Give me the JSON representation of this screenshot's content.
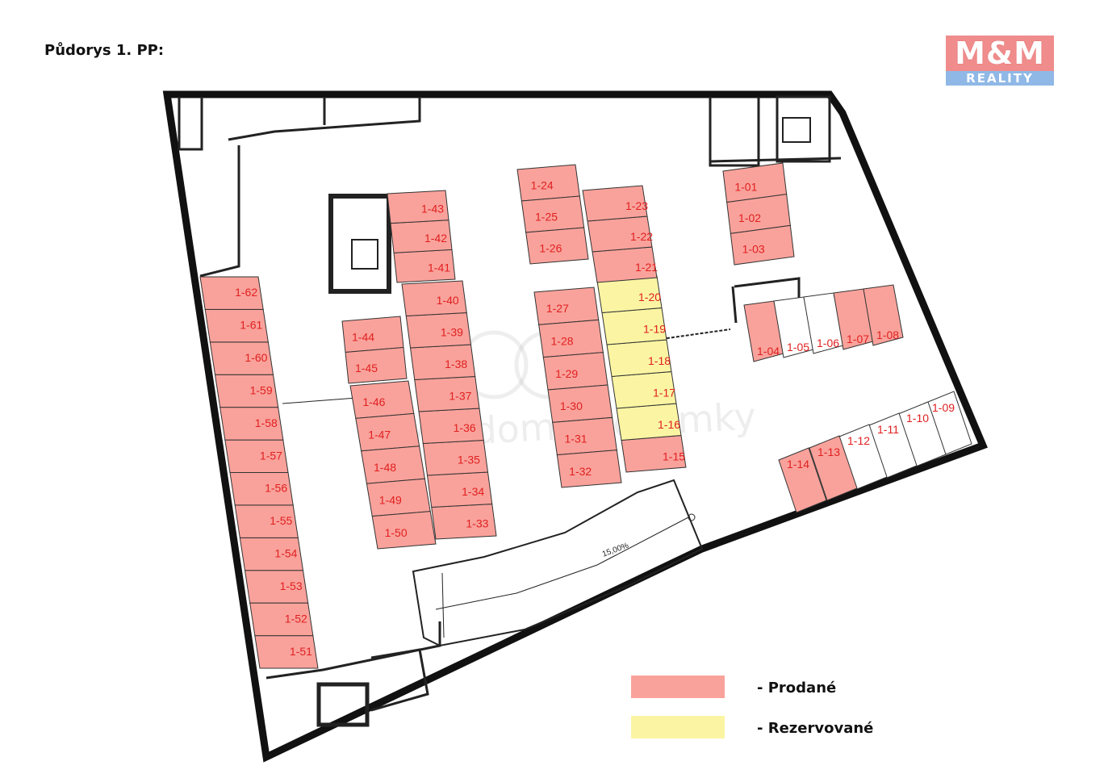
{
  "title": "Půdorys 1. PP:",
  "logo": {
    "top": "M&M",
    "bottom": "REALITY"
  },
  "ramp_label": "15,00%",
  "colors": {
    "sold": "#f9a29b",
    "reserved": "#fbf5a3",
    "free": "#ffffff",
    "text": "#e02020"
  },
  "legend": [
    {
      "label": "- Prodané",
      "color": "#f9a29b"
    },
    {
      "label": "- Rezervované",
      "color": "#fbf5a3"
    }
  ],
  "spots": [
    {
      "id": "1-01",
      "status": "sold"
    },
    {
      "id": "1-02",
      "status": "sold"
    },
    {
      "id": "1-03",
      "status": "sold"
    },
    {
      "id": "1-04",
      "status": "sold"
    },
    {
      "id": "1-05",
      "status": "free"
    },
    {
      "id": "1-06",
      "status": "free"
    },
    {
      "id": "1-07",
      "status": "sold"
    },
    {
      "id": "1-08",
      "status": "sold"
    },
    {
      "id": "1-09",
      "status": "free"
    },
    {
      "id": "1-10",
      "status": "free"
    },
    {
      "id": "1-11",
      "status": "free"
    },
    {
      "id": "1-12",
      "status": "free"
    },
    {
      "id": "1-13",
      "status": "sold"
    },
    {
      "id": "1-14",
      "status": "sold"
    },
    {
      "id": "1-15",
      "status": "sold"
    },
    {
      "id": "1-16",
      "status": "reserved"
    },
    {
      "id": "1-17",
      "status": "reserved"
    },
    {
      "id": "1-18",
      "status": "reserved"
    },
    {
      "id": "1-19",
      "status": "reserved"
    },
    {
      "id": "1-20",
      "status": "reserved"
    },
    {
      "id": "1-21",
      "status": "sold"
    },
    {
      "id": "1-22",
      "status": "sold"
    },
    {
      "id": "1-23",
      "status": "sold"
    },
    {
      "id": "1-24",
      "status": "sold"
    },
    {
      "id": "1-25",
      "status": "sold"
    },
    {
      "id": "1-26",
      "status": "sold"
    },
    {
      "id": "1-27",
      "status": "sold"
    },
    {
      "id": "1-28",
      "status": "sold"
    },
    {
      "id": "1-29",
      "status": "sold"
    },
    {
      "id": "1-30",
      "status": "sold"
    },
    {
      "id": "1-31",
      "status": "sold"
    },
    {
      "id": "1-32",
      "status": "sold"
    },
    {
      "id": "1-33",
      "status": "sold"
    },
    {
      "id": "1-34",
      "status": "sold"
    },
    {
      "id": "1-35",
      "status": "sold"
    },
    {
      "id": "1-36",
      "status": "sold"
    },
    {
      "id": "1-37",
      "status": "sold"
    },
    {
      "id": "1-38",
      "status": "sold"
    },
    {
      "id": "1-39",
      "status": "sold"
    },
    {
      "id": "1-40",
      "status": "sold"
    },
    {
      "id": "1-41",
      "status": "sold"
    },
    {
      "id": "1-42",
      "status": "sold"
    },
    {
      "id": "1-43",
      "status": "sold"
    },
    {
      "id": "1-44",
      "status": "sold"
    },
    {
      "id": "1-45",
      "status": "sold"
    },
    {
      "id": "1-46",
      "status": "sold"
    },
    {
      "id": "1-47",
      "status": "sold"
    },
    {
      "id": "1-48",
      "status": "sold"
    },
    {
      "id": "1-49",
      "status": "sold"
    },
    {
      "id": "1-50",
      "status": "sold"
    },
    {
      "id": "1-51",
      "status": "sold"
    },
    {
      "id": "1-52",
      "status": "sold"
    },
    {
      "id": "1-53",
      "status": "sold"
    },
    {
      "id": "1-54",
      "status": "sold"
    },
    {
      "id": "1-55",
      "status": "sold"
    },
    {
      "id": "1-56",
      "status": "sold"
    },
    {
      "id": "1-57",
      "status": "sold"
    },
    {
      "id": "1-58",
      "status": "sold"
    },
    {
      "id": "1-59",
      "status": "sold"
    },
    {
      "id": "1-60",
      "status": "sold"
    },
    {
      "id": "1-61",
      "status": "sold"
    },
    {
      "id": "1-62",
      "status": "sold"
    }
  ]
}
